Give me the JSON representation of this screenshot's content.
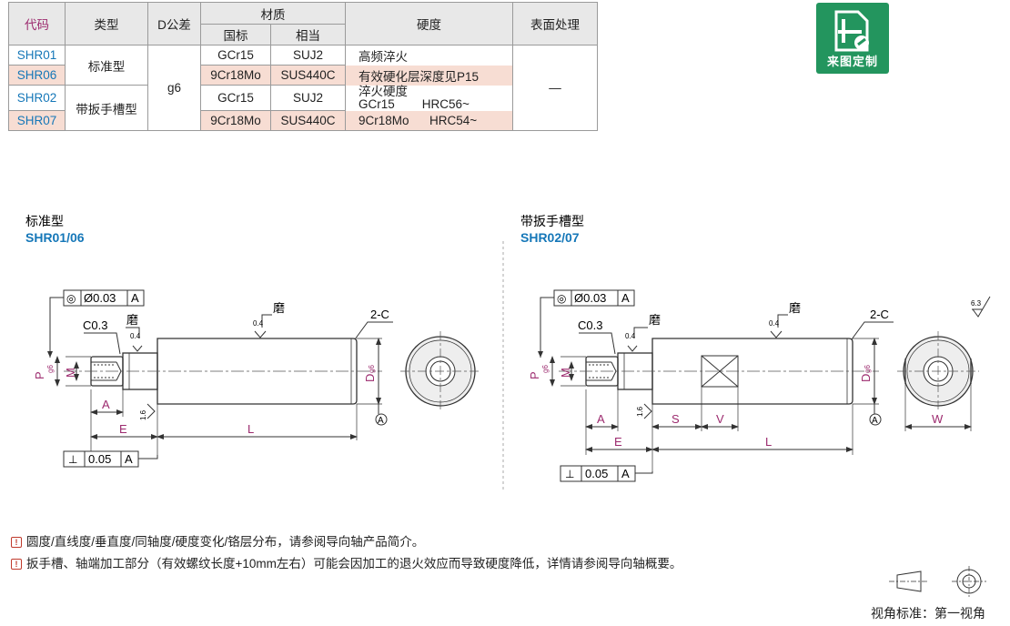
{
  "table": {
    "headers": {
      "code": "代码",
      "type": "类型",
      "d_tol": "D公差",
      "material": "材质",
      "gb": "国标",
      "equiv": "相当",
      "hardness": "硬度",
      "surface": "表面处理"
    },
    "rows": [
      {
        "code": "SHR01",
        "gb": "GCr15",
        "equiv": "SUJ2"
      },
      {
        "code": "SHR06",
        "gb": "9Cr18Mo",
        "equiv": "SUS440C"
      },
      {
        "code": "SHR02",
        "gb": "GCr15",
        "equiv": "SUJ2"
      },
      {
        "code": "SHR07",
        "gb": "9Cr18Mo",
        "equiv": "SUS440C"
      }
    ],
    "type_standard": "标准型",
    "type_wrench": "带扳手槽型",
    "d_tol_value": "g6",
    "hardness_lines": [
      "高频淬火",
      "有效硬化层深度见P15",
      "淬火硬度",
      "GCr15        HRC56~",
      "9Cr18Mo      HRC54~"
    ],
    "surface_value": "—"
  },
  "badge": {
    "label": "来图定制",
    "color": "#23955e"
  },
  "drawing_left": {
    "title": "标准型",
    "code": "SHR01/06",
    "tol_top": {
      "sym": "◎",
      "val": "Ø0.03",
      "ref": "A"
    },
    "tol_bottom": {
      "sym": "⊥",
      "val": "0.05",
      "ref": "A"
    },
    "chamfer": "C0.3",
    "grind1": "磨",
    "grind2": "磨",
    "ra04a": "0.4",
    "ra04b": "0.4",
    "ra16": "1.6",
    "chamfer2": "2-C",
    "p": "P",
    "p_sub": "g6",
    "m": "M",
    "d": "D",
    "d_sub": "g6",
    "a": "A",
    "e": "E",
    "l": "L",
    "datum": "A"
  },
  "drawing_right": {
    "title": "带扳手槽型",
    "code": "SHR02/07",
    "tol_top": {
      "sym": "◎",
      "val": "Ø0.03",
      "ref": "A"
    },
    "tol_bottom": {
      "sym": "⊥",
      "val": "0.05",
      "ref": "A"
    },
    "chamfer": "C0.3",
    "grind1": "磨",
    "grind2": "磨",
    "ra04a": "0.4",
    "ra04b": "0.4",
    "ra16": "1.6",
    "ra63": "6.3",
    "chamfer2": "2-C",
    "p": "P",
    "p_sub": "g6",
    "m": "M",
    "d": "D",
    "d_sub": "g6",
    "a": "A",
    "s": "S",
    "v": "V",
    "e": "E",
    "l": "L",
    "w": "W",
    "datum": "A"
  },
  "notes": [
    "圆度/直线度/垂直度/同轴度/硬度变化/铬层分布，请参阅导向轴产品简介。",
    "扳手槽、轴端加工部分（有效螺纹长度+10mm左右）可能会因加工的退火效应而导致硬度降低，详情请参阅导向轴概要。"
  ],
  "note_icon": "!",
  "projection_label": "视角标准：第一视角",
  "colors": {
    "code_blue": "#1577b8",
    "dim_purple": "#9c2a6e",
    "pink_row": "#f7ddd3",
    "badge_green": "#23955e"
  }
}
